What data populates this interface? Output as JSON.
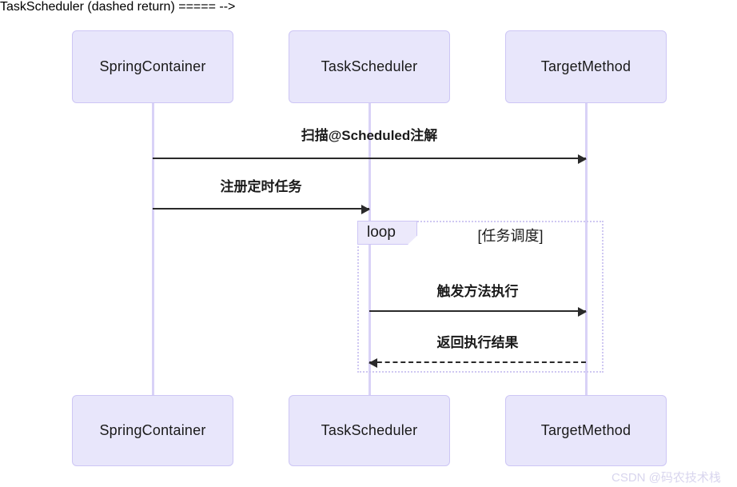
{
  "diagram": {
    "type": "sequence-diagram",
    "participants": [
      {
        "id": "spring-container",
        "label": "SpringContainer"
      },
      {
        "id": "task-scheduler",
        "label": "TaskScheduler"
      },
      {
        "id": "target-method",
        "label": "TargetMethod"
      }
    ],
    "messages": [
      {
        "id": "scan-scheduled-annotation",
        "label": "扫描@Scheduled注解",
        "from": "spring-container",
        "to": "target-method",
        "style": "solid",
        "direction": "right"
      },
      {
        "id": "register-scheduled-task",
        "label": "注册定时任务",
        "from": "spring-container",
        "to": "task-scheduler",
        "style": "solid",
        "direction": "right"
      },
      {
        "id": "trigger-method-execution",
        "label": "触发方法执行",
        "from": "task-scheduler",
        "to": "target-method",
        "style": "solid",
        "direction": "right"
      },
      {
        "id": "return-execution-result",
        "label": "返回执行结果",
        "from": "target-method",
        "to": "task-scheduler",
        "style": "dashed",
        "direction": "left"
      }
    ],
    "fragment": {
      "kind": "loop",
      "tag": "loop",
      "condition": "[任务调度]"
    },
    "watermark": "CSDN @码农技术栈",
    "colors": {
      "participant_fill": "#e8e6fb",
      "participant_border": "#cdc6f5",
      "lifeline": "#d9d2f7",
      "message_line": "#2a2a2a",
      "fragment_border": "#cfc8f2",
      "watermark": "#d8d5ee"
    }
  }
}
